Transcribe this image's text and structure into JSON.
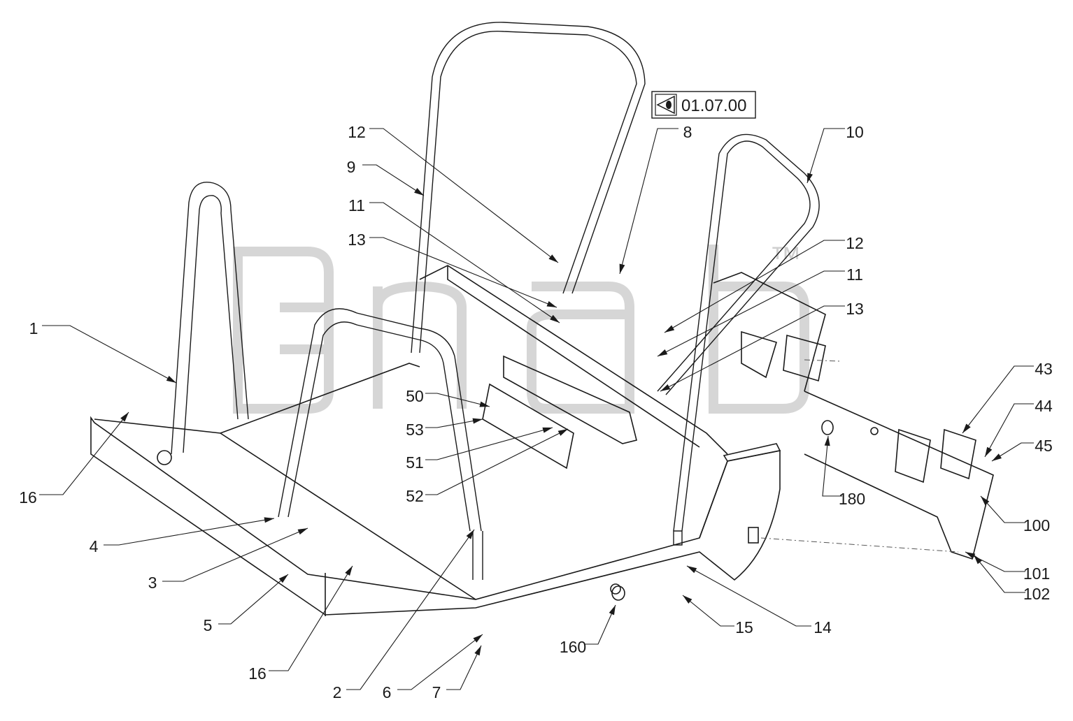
{
  "reference": {
    "label": "01.07.00",
    "icon": "view-eye-icon"
  },
  "watermark": {
    "text": "™"
  },
  "callouts": [
    {
      "id": "c1",
      "label": "1"
    },
    {
      "id": "c2",
      "label": "2"
    },
    {
      "id": "c3",
      "label": "3"
    },
    {
      "id": "c4",
      "label": "4"
    },
    {
      "id": "c5",
      "label": "5"
    },
    {
      "id": "c6",
      "label": "6"
    },
    {
      "id": "c7",
      "label": "7"
    },
    {
      "id": "c8",
      "label": "8"
    },
    {
      "id": "c9",
      "label": "9"
    },
    {
      "id": "c10",
      "label": "10"
    },
    {
      "id": "c11a",
      "label": "11"
    },
    {
      "id": "c11b",
      "label": "11"
    },
    {
      "id": "c12a",
      "label": "12"
    },
    {
      "id": "c12b",
      "label": "12"
    },
    {
      "id": "c13a",
      "label": "13"
    },
    {
      "id": "c13b",
      "label": "13"
    },
    {
      "id": "c14",
      "label": "14"
    },
    {
      "id": "c15",
      "label": "15"
    },
    {
      "id": "c16a",
      "label": "16"
    },
    {
      "id": "c16b",
      "label": "16"
    },
    {
      "id": "c43",
      "label": "43"
    },
    {
      "id": "c44",
      "label": "44"
    },
    {
      "id": "c45",
      "label": "45"
    },
    {
      "id": "c50",
      "label": "50"
    },
    {
      "id": "c51",
      "label": "51"
    },
    {
      "id": "c52",
      "label": "52"
    },
    {
      "id": "c53",
      "label": "53"
    },
    {
      "id": "c100",
      "label": "100"
    },
    {
      "id": "c101",
      "label": "101"
    },
    {
      "id": "c102",
      "label": "102"
    },
    {
      "id": "c160",
      "label": "160"
    },
    {
      "id": "c180",
      "label": "180"
    }
  ]
}
